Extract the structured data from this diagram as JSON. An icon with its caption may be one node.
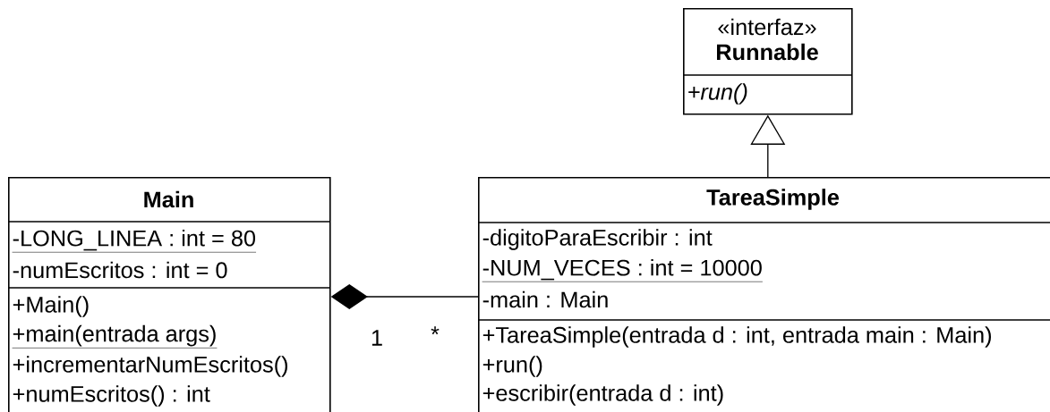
{
  "diagram": {
    "nodes": [
      {
        "text": [
          "«interfaz»",
          "Runnable",
          "+run()"
        ]
      },
      {
        "text": [
          "Main",
          "-LONG_LINEA : int = 80",
          "-numEscritos : int = 0",
          "+Main()",
          "+main(entrada args)",
          "+incrementarNumEscritos()",
          "+numEscritos() : int"
        ]
      },
      {
        "text": [
          "TareaSimple",
          "-digitoParaEscribir : int",
          "-NUM_VECES : int = 10000",
          "-main : Main",
          "+TareaSimple(entrada d : int, entrada main : Main)",
          "+run()",
          "+escribir(entrada d : int)"
        ]
      }
    ],
    "edges": [
      {
        "from": 2,
        "to": 0,
        "arrow": "to"
      },
      {
        "from": 1,
        "to": 2,
        "arrow": "other"
      }
    ],
    "labels": [
      "1",
      "*"
    ]
  }
}
